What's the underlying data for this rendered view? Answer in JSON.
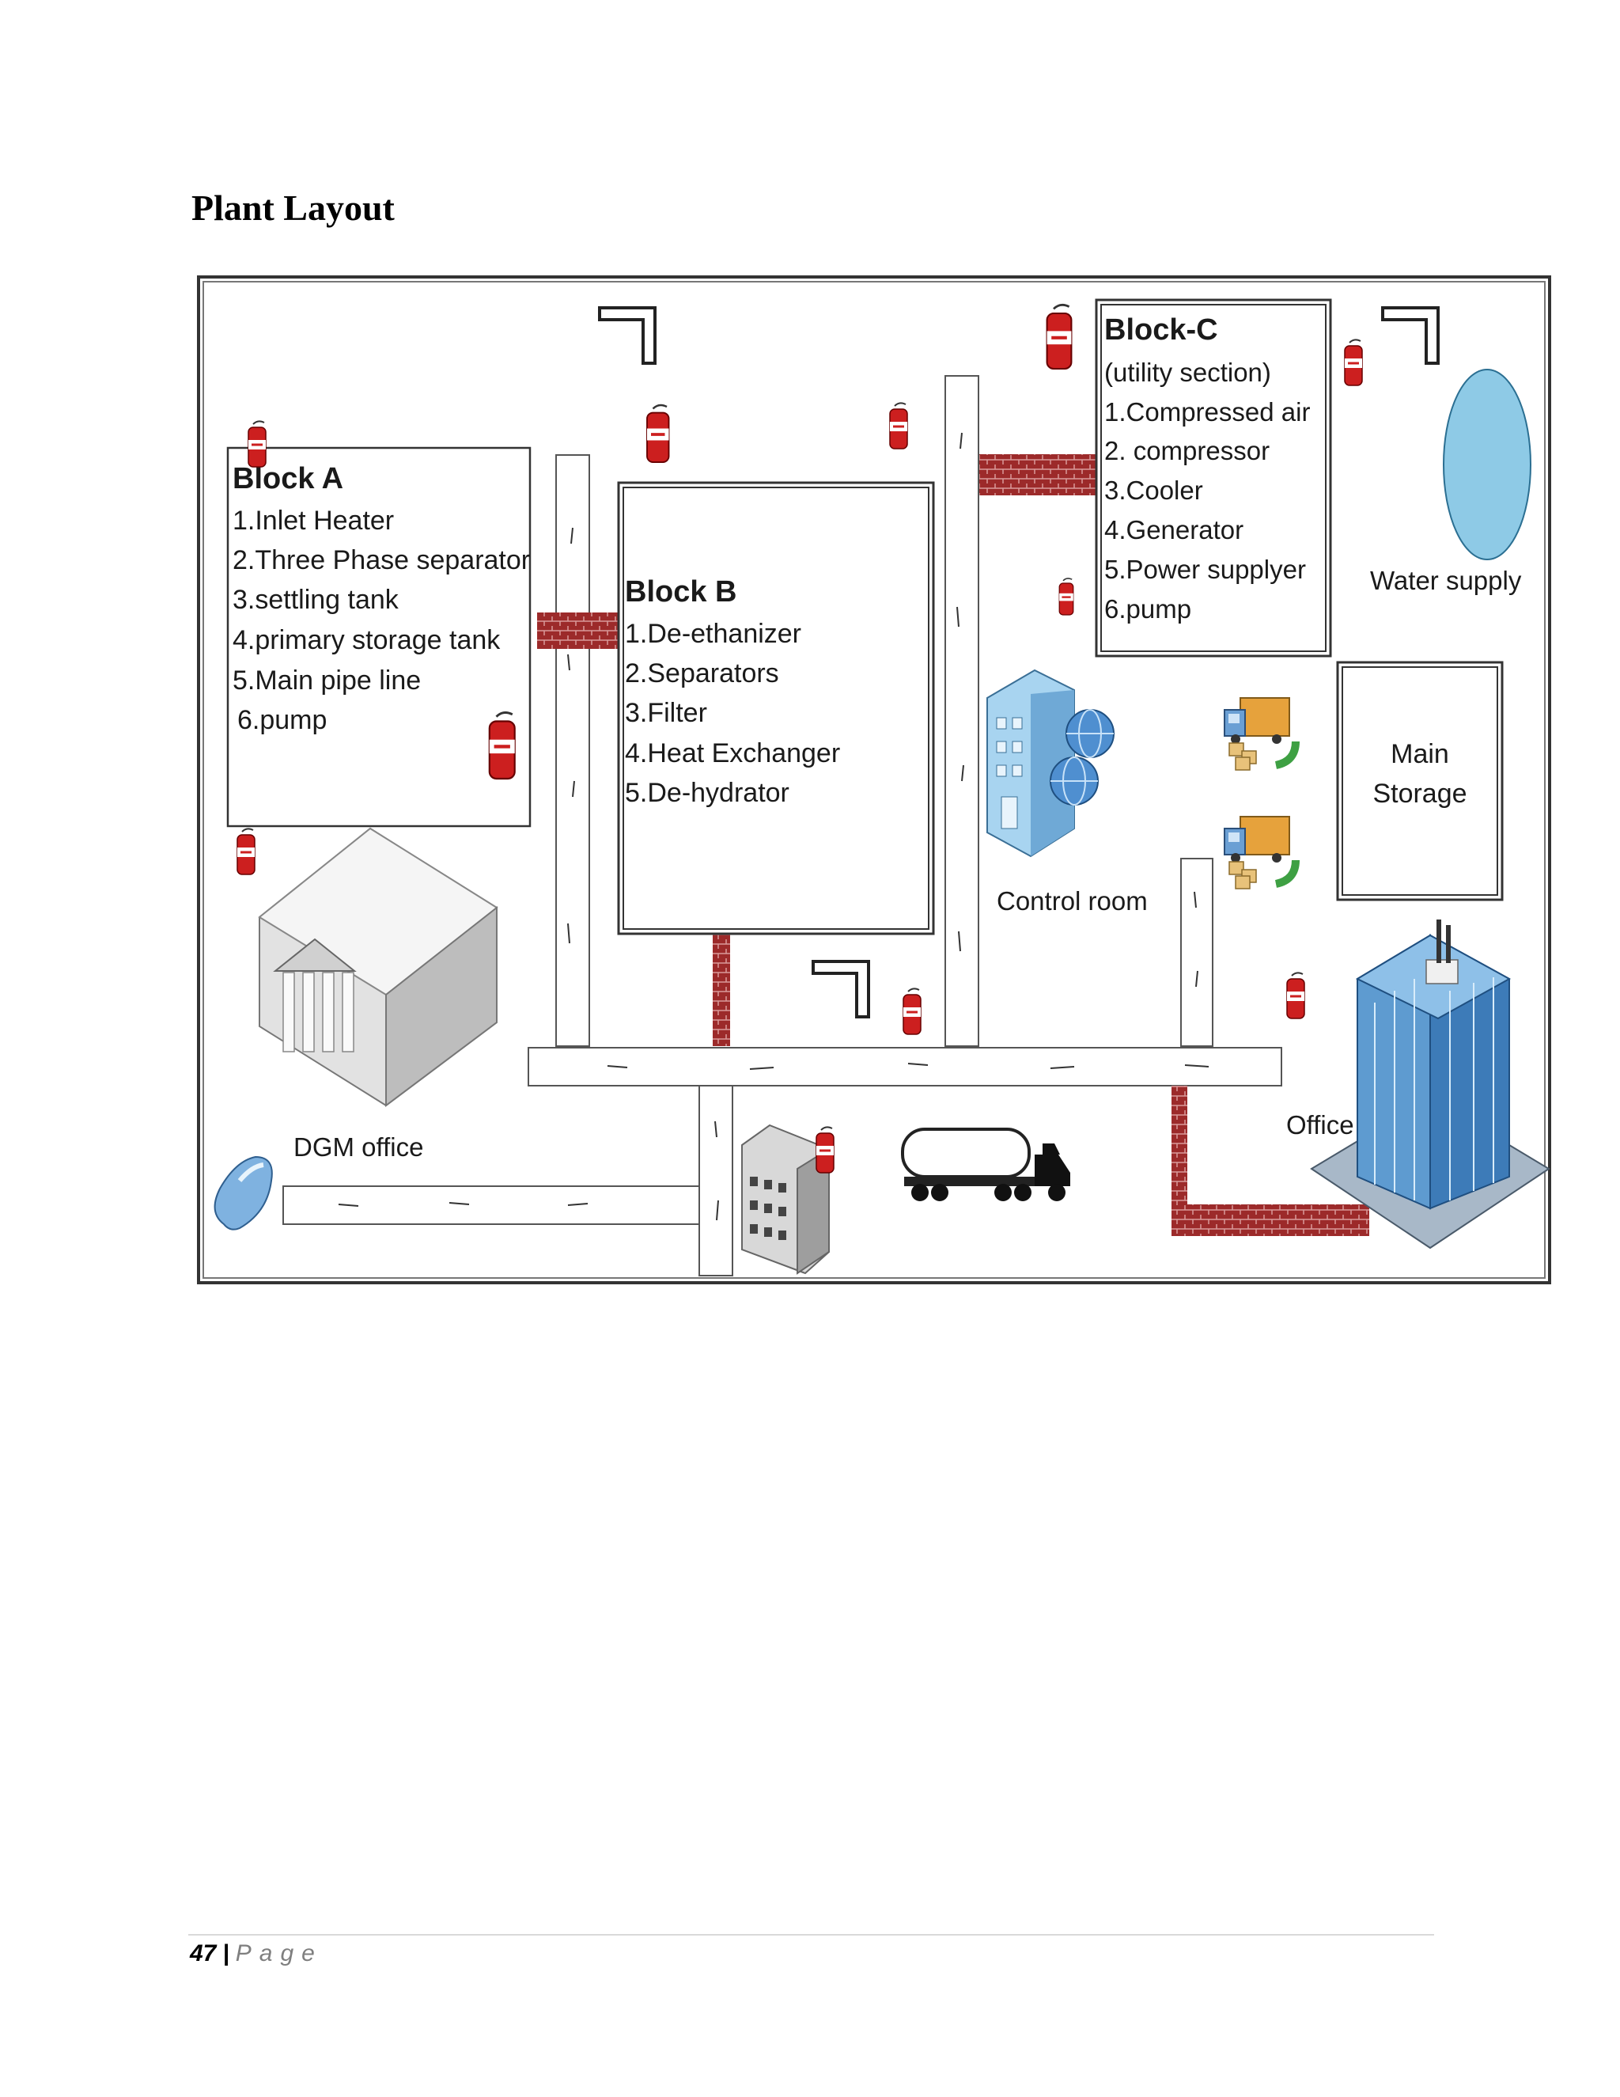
{
  "page": {
    "title": "Plant Layout",
    "footer": {
      "page_number": "47",
      "separator": "|",
      "page_word": "Page"
    }
  },
  "diagram": {
    "block_a": {
      "title": "Block A",
      "items": [
        "1.Inlet Heater",
        "2.Three Phase separator",
        "3.settling tank",
        "4.primary storage tank",
        "5.Main pipe line",
        "6.pump"
      ]
    },
    "block_b": {
      "title": "Block B",
      "items": [
        "1.De-ethanizer",
        "2.Separators",
        "3.Filter",
        "4.Heat Exchanger",
        "5.De-hydrator"
      ]
    },
    "block_c": {
      "title": "Block-C",
      "subtitle": "(utility section)",
      "items": [
        "1.Compressed air",
        "2. compressor",
        "3.Cooler",
        "4.Generator",
        "5.Power supplyer",
        "6.pump"
      ]
    },
    "water_supply": "Water supply",
    "main_storage": [
      "Main",
      "Storage"
    ],
    "control_room": "Control room",
    "dgm_office": "DGM office",
    "office": "Office"
  },
  "colors": {
    "extinguisher": "#cc1f1f",
    "brick": "#9c2a2a",
    "water": "#8ecae6",
    "border": "#333333"
  },
  "icons": [
    "fire-extinguisher-icon",
    "exit-sign-icon",
    "building-icon",
    "server-globe-icon",
    "delivery-truck-icon",
    "tanker-truck-icon",
    "car-icon",
    "skyscraper-icon"
  ]
}
